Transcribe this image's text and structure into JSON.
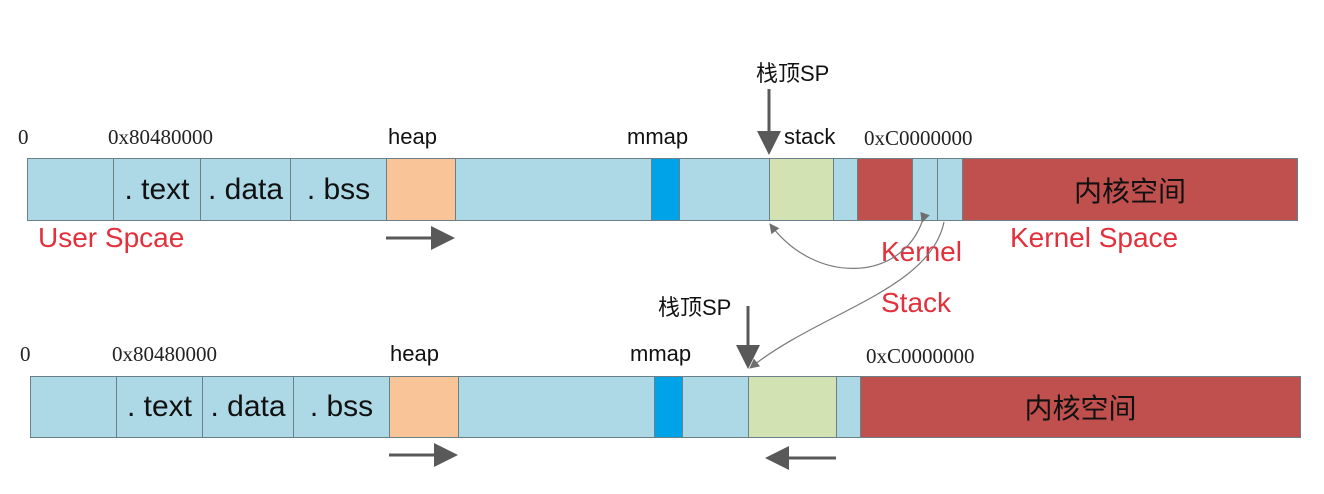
{
  "colors": {
    "user": "#add8e6",
    "heap": "#f9c497",
    "mmap": "#00a2e8",
    "stack": "#d2e2b3",
    "kernel": "#c0504d",
    "accent_text": "#e2303c"
  },
  "top": {
    "addr_zero": "0",
    "addr_text_start": "0x80480000",
    "heap_label": "heap",
    "mmap_label": "mmap",
    "stack_label": "stack",
    "addr_kernel_start": "0xC0000000",
    "sp_label": "栈顶SP",
    "segments": {
      "text": ". text",
      "data": ". data",
      "bss": ". bss",
      "kernel": "内核空间"
    },
    "user_space_label": "User Spcae",
    "kernel_stack_line1": "Kernel",
    "kernel_stack_line2": "Stack",
    "kernel_space_label": "Kernel Space"
  },
  "bottom": {
    "addr_zero": "0",
    "addr_text_start": "0x80480000",
    "heap_label": "heap",
    "mmap_label": "mmap",
    "addr_kernel_start": "0xC0000000",
    "sp_label": "栈顶SP",
    "segments": {
      "text": ". text",
      "data": ". data",
      "bss": ". bss",
      "kernel": "内核空间"
    }
  }
}
